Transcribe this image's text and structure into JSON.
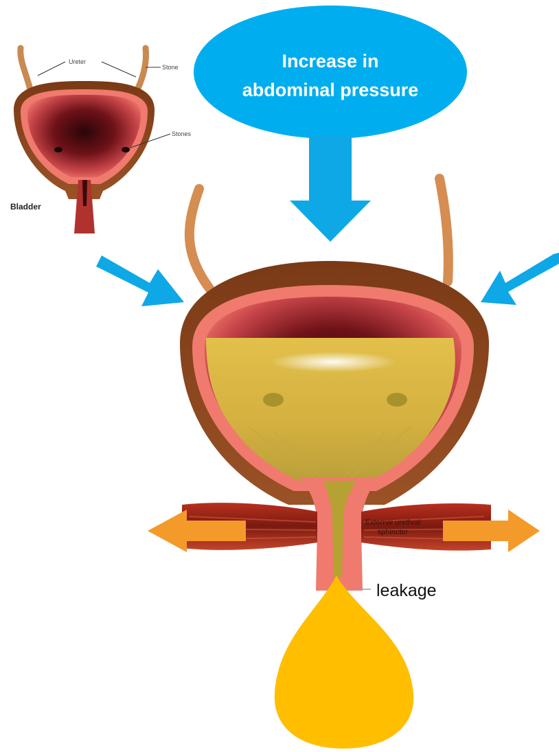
{
  "small_diagram": {
    "ureter_label": "Ureter",
    "stone_label_top": "Stone",
    "stones_label": "Stones",
    "bladder_label": "Bladder"
  },
  "pressure_callout": {
    "line1": "Increase in",
    "line2": "abdominal pressure"
  },
  "sphincter_label": {
    "line1": "External urethral",
    "line2": "sphincter"
  },
  "leakage_label": "leakage",
  "colors": {
    "callout_blue": "#00AEEF",
    "arrow_blue": "#0EA8E6",
    "arrow_orange": "#F39A2B",
    "drop_yellow": "#FFBE00",
    "bladder_wall": "#8E4A22",
    "bladder_lining": "#F07A6E",
    "urine": "#D8B23E"
  }
}
